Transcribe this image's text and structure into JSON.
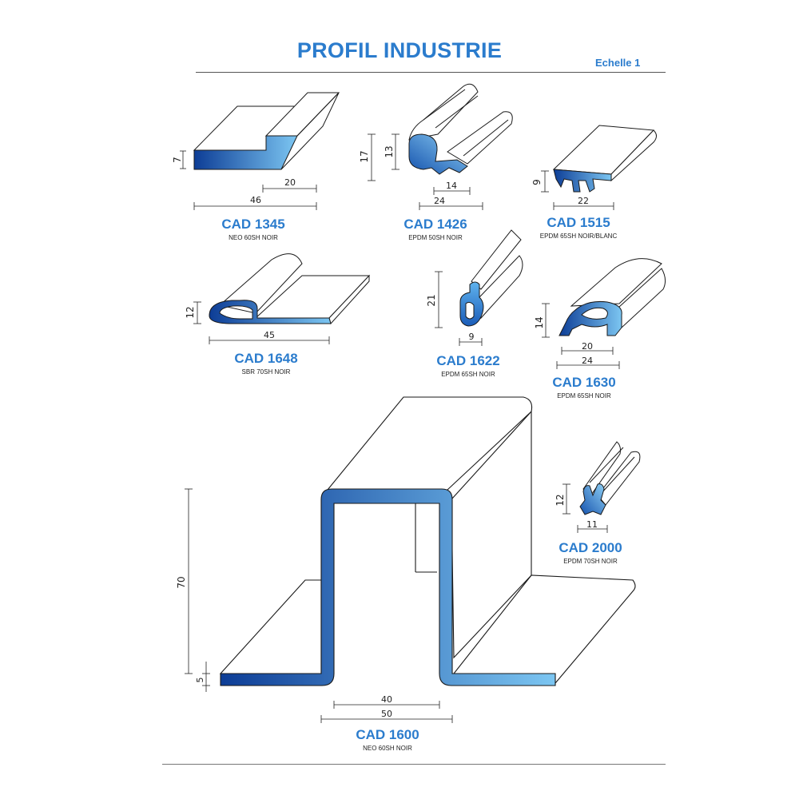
{
  "document": {
    "title": "PROFIL INDUSTRIE",
    "scale": "Echelle 1"
  },
  "colors": {
    "accent": "#2b7ccd",
    "profile_light": "#7cc6f2",
    "profile_dark": "#0d3d96",
    "outline": "#1a1a1a"
  },
  "profiles": [
    {
      "code": "CAD 1345",
      "material": "NEO 60SH NOIR",
      "dimensions": [
        "7",
        "20",
        "46"
      ]
    },
    {
      "code": "CAD 1426",
      "material": "EPDM 50SH NOIR",
      "dimensions": [
        "17",
        "13",
        "14",
        "24"
      ]
    },
    {
      "code": "CAD 1515",
      "material": "EPDM 65SH NOIR/BLANC",
      "dimensions": [
        "9",
        "22"
      ]
    },
    {
      "code": "CAD 1648",
      "material": "SBR 70SH NOIR",
      "dimensions": [
        "12",
        "45"
      ]
    },
    {
      "code": "CAD 1622",
      "material": "EPDM 65SH NOIR",
      "dimensions": [
        "21",
        "9"
      ]
    },
    {
      "code": "CAD 1630",
      "material": "EPDM 65SH NOIR",
      "dimensions": [
        "14",
        "20",
        "24"
      ]
    },
    {
      "code": "CAD 2000",
      "material": "EPDM 70SH NOIR",
      "dimensions": [
        "12",
        "11"
      ]
    },
    {
      "code": "CAD 1600",
      "material": "NEO 60SH NOIR",
      "dimensions": [
        "70",
        "5",
        "40",
        "50"
      ]
    }
  ]
}
